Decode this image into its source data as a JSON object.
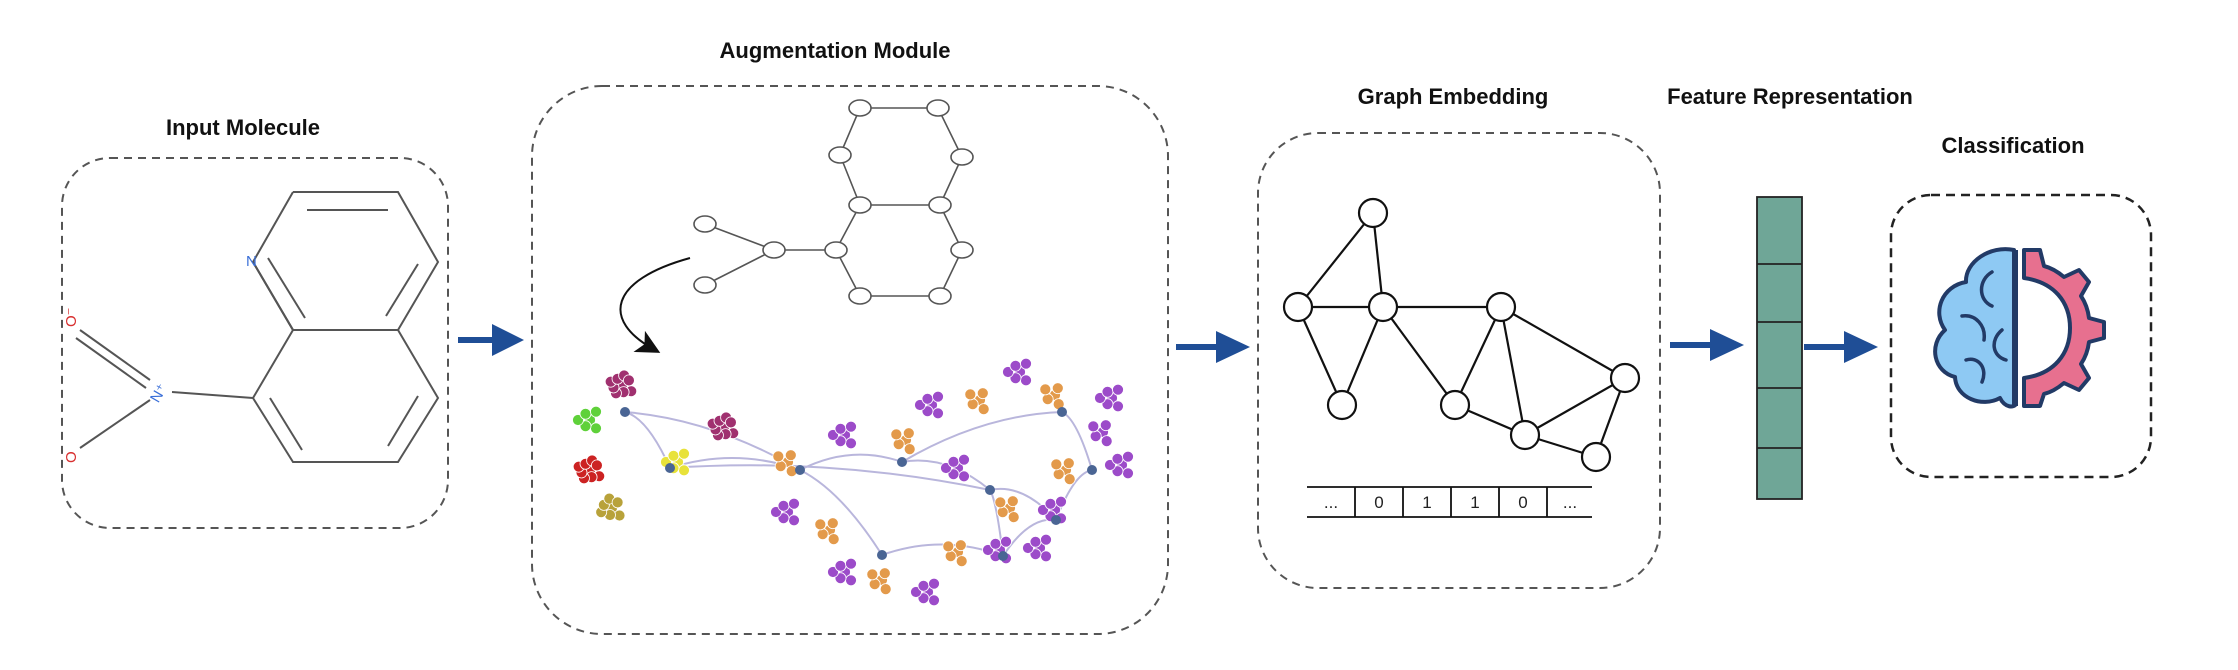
{
  "stages": [
    {
      "id": "input",
      "title": "Input Molecule"
    },
    {
      "id": "augmentation",
      "title": "Augmentation Module"
    },
    {
      "id": "embedding",
      "title": "Graph Embedding"
    },
    {
      "id": "feature",
      "title": "Feature Representation"
    },
    {
      "id": "classification",
      "title": "Classification"
    }
  ],
  "molecule": {
    "atoms": {
      "nitrogen_ring": "N",
      "nitro_n": "N⁺",
      "oxygen_top": "O⁻",
      "oxygen_bottom": "O"
    }
  },
  "embedding_vector": [
    "...",
    "0",
    "1",
    "1",
    "0",
    "..."
  ],
  "colors": {
    "arrow": "#1f4e96",
    "feature_bar": "#6fa697",
    "brain": "#8ec9f3",
    "gear": "#e7708f",
    "atom_n": "#3a6fd8",
    "atom_o": "#d83030"
  },
  "icons": [
    "brain-icon",
    "gear-icon"
  ]
}
